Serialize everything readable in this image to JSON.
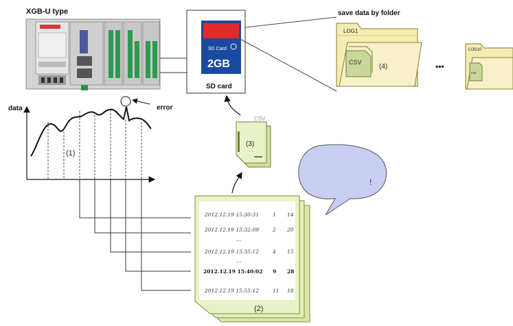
{
  "title": "XGB-U type",
  "sd_card": {
    "caption": "SD card",
    "capacity": "2GB",
    "brand": "SD Card"
  },
  "folders": {
    "heading": "save data by folder",
    "first_folder": "LOG1",
    "file_label": "CSV",
    "step_label": "(4)",
    "ellipsis": "•••",
    "last_folder": "LOG10",
    "last_file": "csv"
  },
  "chart": {
    "y_label": "data",
    "error_label": "error",
    "step_label": "(1)"
  },
  "csv_file": {
    "label": "CSV",
    "step_label": "(3)"
  },
  "log_sheet": {
    "step_label": "(2)",
    "rows": [
      {
        "time": "2012.12.19 15:30:31",
        "idx": "1",
        "val": "14"
      },
      {
        "time": "2012.12.19 15:32:09",
        "idx": "2",
        "val": "20"
      },
      {
        "time": "2012.12.19 15:35:12",
        "idx": "4",
        "val": "15"
      },
      {
        "time": "2012.12.19 15:40:02",
        "idx": "9",
        "val": "28"
      },
      {
        "time": "2012.12.19 15:55:12",
        "idx": "11",
        "val": "18"
      }
    ],
    "ellipsis": "..."
  },
  "bubble": {
    "text": "!"
  },
  "colors": {
    "plc_body": "#c9c9c9",
    "plc_red": "#d63a3a",
    "sheet_fill": "#e8f2c8",
    "sheet_edge": "#7c8f3a",
    "folder_fill": "#f5ecb4",
    "bubble_fill": "#c8cdf2",
    "sd_blue": "#1a4aa0",
    "sd_red": "#e12a2a"
  }
}
